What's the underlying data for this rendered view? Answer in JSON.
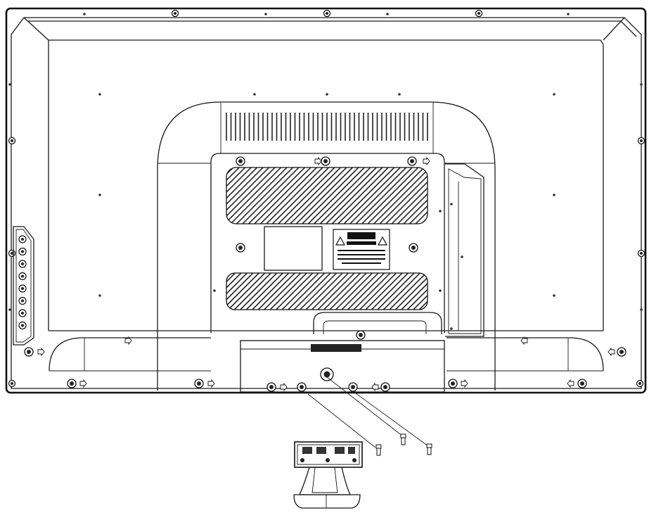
{
  "diagram": {
    "subject": "tv-rear-panel-stand-assembly",
    "label_texts": [],
    "colors": {
      "line": "#1a1a1a",
      "background": "#ffffff",
      "hatch": "#222222"
    },
    "screws_to_stand": 3,
    "side_port_count": 8
  }
}
